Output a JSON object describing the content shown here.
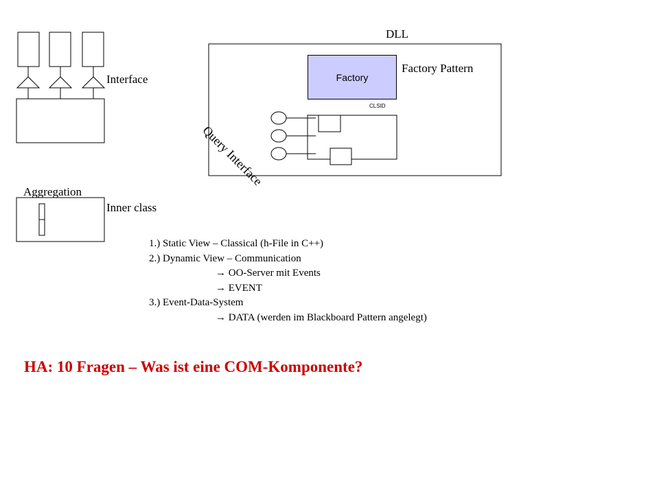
{
  "labels": {
    "interface": "Interface",
    "aggregation": "Aggregation",
    "inner_class": "Inner class",
    "dll": "DLL",
    "factory": "Factory",
    "factory_pattern": "Factory Pattern",
    "clsid": "CLSID",
    "query_interface": "Query Interface"
  },
  "list": {
    "item1": "1.) Static View – Classical (h-File in C++)",
    "item2": "2.) Dynamic View – Communication",
    "item2_sub1": " OO-Server mit Events",
    "item2_sub2": " EVENT",
    "item3": "3.) Event-Data-System",
    "item3_sub1": " DATA (werden im Blackboard Pattern angelegt)"
  },
  "homework": "HA: 10 Fragen – Was ist eine COM-Komponente?",
  "colors": {
    "factory_fill": "#ccccff",
    "homework_text": "#cc0000"
  },
  "icons": {
    "arrow": "arrow-right-icon"
  }
}
